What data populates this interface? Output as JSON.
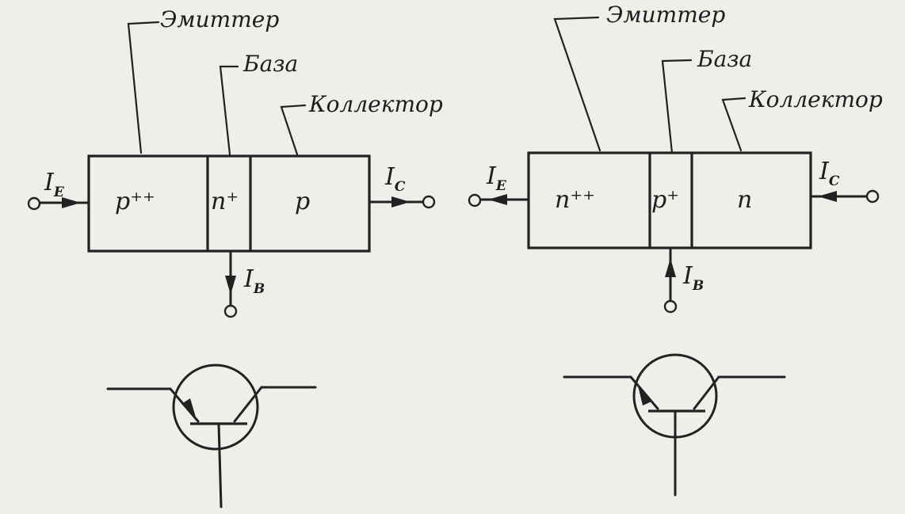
{
  "pnp": {
    "emitter_label": "Эмиттер",
    "base_label": "База",
    "collector_label": "Коллектор",
    "regions": [
      "p⁺⁺",
      "n⁺",
      "p"
    ],
    "current_emitter": "I",
    "current_emitter_sub": "E",
    "current_collector": "I",
    "current_collector_sub": "C",
    "current_base": "I",
    "current_base_sub": "B"
  },
  "npn": {
    "emitter_label": "Эмиттер",
    "base_label": "База",
    "collector_label": "Коллектор",
    "regions": [
      "n⁺⁺",
      "p⁺",
      "n"
    ],
    "current_emitter": "I",
    "current_emitter_sub": "E",
    "current_collector": "I",
    "current_collector_sub": "C",
    "current_base": "I",
    "current_base_sub": "B"
  }
}
